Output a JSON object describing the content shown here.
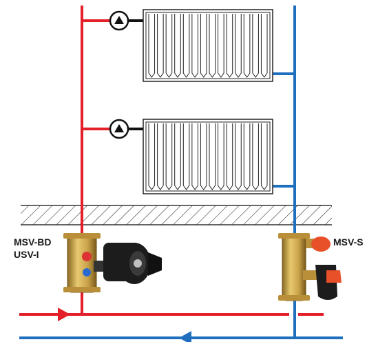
{
  "labels": {
    "bottom_left_line1": "MSV-BD",
    "bottom_left_line2": "USV-I",
    "bottom_right": "MSV-S"
  },
  "colors": {
    "supply_pipe": "#e3202a",
    "return_pipe": "#1f6fbf",
    "radiator_stroke": "#222222",
    "hatch": "#333333",
    "brass": "#c9a24a",
    "actuator": "#1c1c1c",
    "handle": "#e8502a"
  },
  "components": {
    "upper_radiator": "radiator",
    "lower_radiator": "radiator",
    "upper_pump": "pump-symbol",
    "lower_pump": "pump-symbol",
    "left_valve": "balancing-valve-with-actuator",
    "right_valve": "balancing-valve-with-handle"
  }
}
